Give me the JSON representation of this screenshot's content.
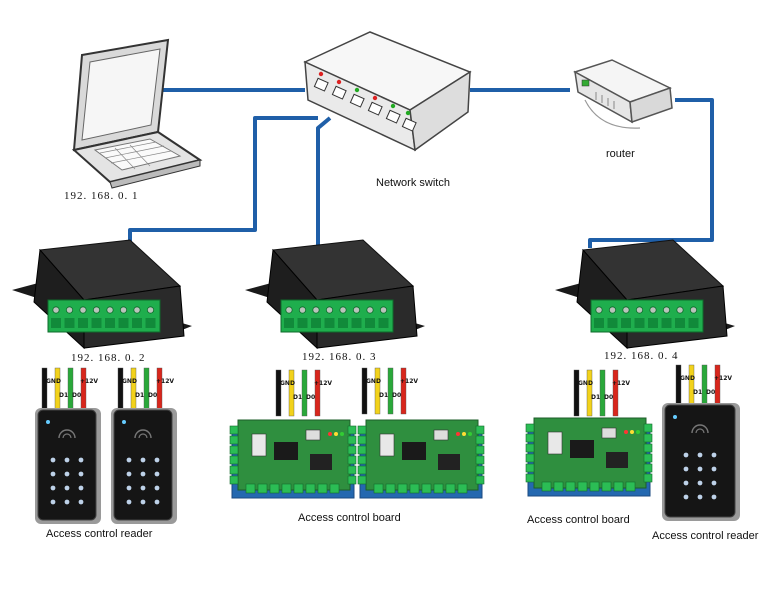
{
  "labels": {
    "laptop_ip": "192. 168. 0. 1",
    "network_switch": "Network switch",
    "router": "router",
    "controller1_ip": "192. 168. 0. 2",
    "controller2_ip": "192. 168. 0. 3",
    "controller3_ip": "192. 168. 0. 4",
    "reader_label_left": "Access control reader",
    "board_label_center": "Access control board",
    "board_label_right": "Access control board",
    "reader_label_right": "Access control reader"
  },
  "wire_labels": {
    "gnd": "GND",
    "d1": "D1",
    "d0": "D0",
    "v12": "+12V"
  },
  "colors": {
    "network_cable": "#1f5fa8",
    "wire_black": "#111111",
    "wire_yellow": "#f2d21b",
    "wire_green": "#2aa83a",
    "wire_red": "#d8261c",
    "terminal_green": "#1fae4d",
    "controller_body": "#222222",
    "board_green": "#2f8f3f"
  }
}
